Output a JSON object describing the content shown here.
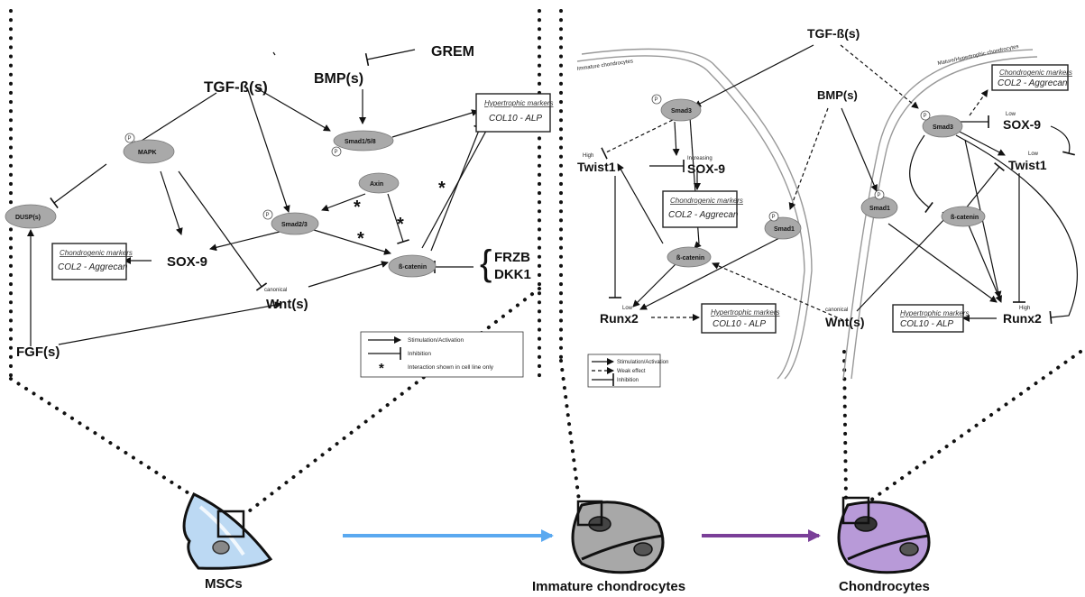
{
  "panel_left": {
    "tgf": "TGF-ß(s)",
    "bmp": "BMP(s)",
    "grem": "GREM",
    "smad158": "Smad1/5/8",
    "smad23": "Smad2/3",
    "mapk": "MAPK",
    "dusp": "DUSP(s)",
    "axin": "Axin",
    "bcatenin": "ß-catenin",
    "frzb": "FRZB",
    "dkk1": "DKK1",
    "sox9": "SOX-9",
    "wnt": "Wnt(s)",
    "canonical": "canonical",
    "fgf": "FGF(s)",
    "hyp_title": "Hypertrophic markers",
    "hyp_text": "COL10 - ALP",
    "chon_title": "Chondrogenic markers",
    "chon_text": "COL2 - Aggrecan",
    "p_label": "P",
    "star": "*",
    "legend": {
      "stim": "Stimulation/Activation",
      "inhib": "Inhibition",
      "star_note": "Interaction shown in cell line only"
    }
  },
  "panel_right": {
    "immature_label": "Immature chondrocytes",
    "mature_label": "Mature/Hypertrophic chondrocytes",
    "tgf": "TGF-ß(s)",
    "bmp": "BMP(s)",
    "smad3_a": "Smad3",
    "smad3_b": "Smad3",
    "smad1_a": "Smad1",
    "smad1_b": "Smad1",
    "twist1_a": "Twist1",
    "twist1_b": "Twist1",
    "sox9_a": "SOX-9",
    "sox9_b": "SOX-9",
    "bcat_a": "ß-catenin",
    "bcat_b": "ß-catenin",
    "runx2_a": "Runx2",
    "runx2_b": "Runx2",
    "wnt": "Wnt(s)",
    "canonical": "canonical",
    "high": "High",
    "low": "Low",
    "increasing": "Increasing",
    "chon_title": "Chondrogenic markers",
    "chon_text": "COL2 - Aggrecan",
    "hyp_title": "Hypertrophic markers",
    "hyp_text": "COL10 - ALP",
    "p_label": "P",
    "legend": {
      "stim": "Stimulation/Activation",
      "weak": "Weak effect",
      "inhib": "Inhibition"
    }
  },
  "bottom": {
    "mscs": "MSCs",
    "immature": "Immature chondrocytes",
    "chondrocytes": "Chondrocytes"
  },
  "colors": {
    "arrow1": "#5aa9f0",
    "arrow2": "#7a3f98",
    "msc_fill": "#bcd9f3",
    "immature_fill": "#a0a0a0",
    "chondro_fill": "#b89ad8"
  }
}
